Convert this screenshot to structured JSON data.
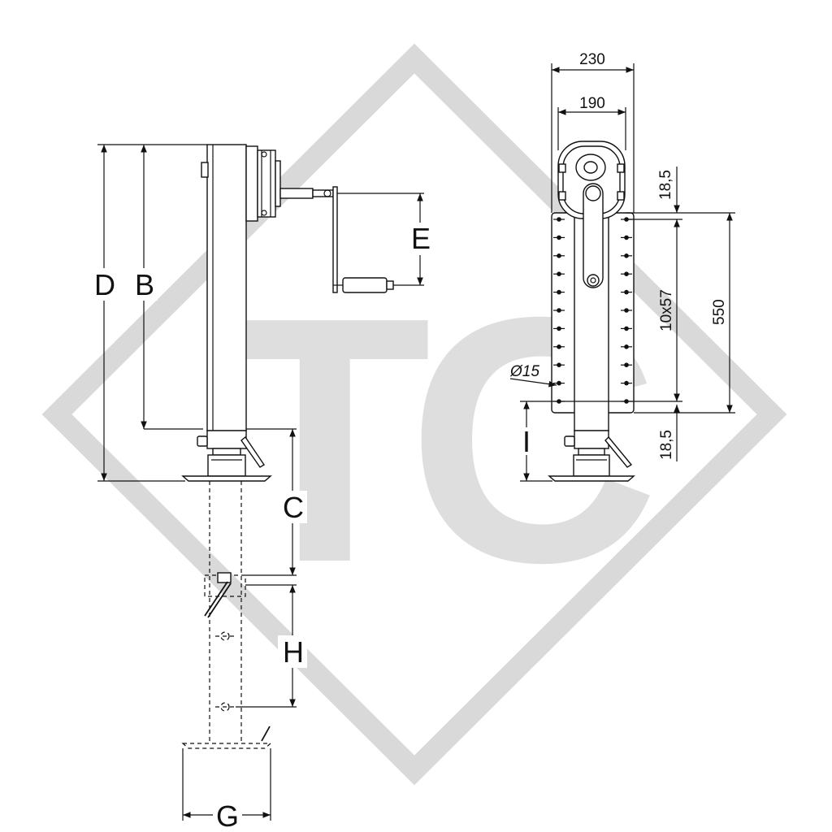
{
  "watermark": {
    "text": "TC",
    "color": "#d9d9d9"
  },
  "side_view": {
    "labels": {
      "D": "D",
      "B": "B",
      "E": "E",
      "C": "C",
      "H": "H",
      "G": "G"
    }
  },
  "front_view": {
    "dims": {
      "width_outer": "230",
      "width_inner": "190",
      "top_offset": "18,5",
      "hole_spacing": "10x57",
      "plate_height": "550",
      "hole_diameter": "Ø15",
      "bottom_offset": "18,5",
      "label_I": "I"
    }
  }
}
